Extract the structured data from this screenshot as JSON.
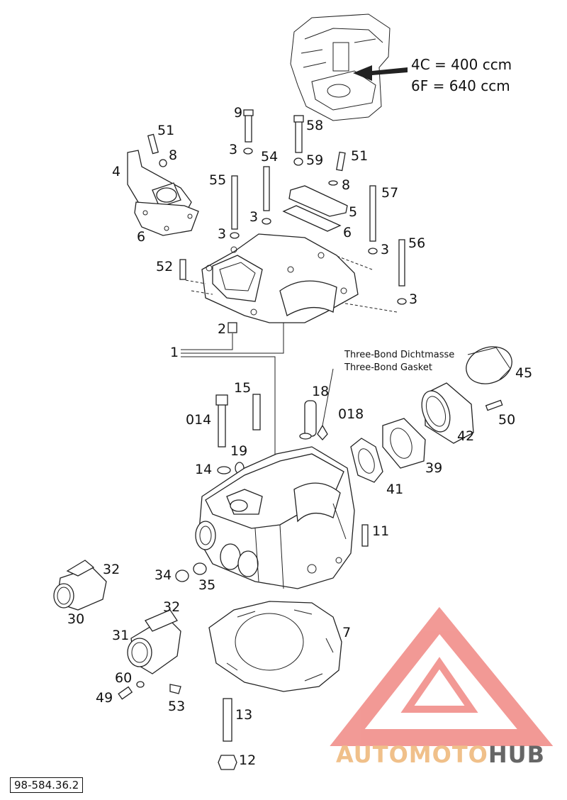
{
  "engine_note": {
    "line1": "4C = 400 ccm",
    "line2": "6F = 640 ccm"
  },
  "gasket_note": {
    "line1": "Three-Bond Dichtmasse",
    "line2": "Three-Bond Gasket"
  },
  "part_labels": {
    "p51a": "51",
    "p8a": "8",
    "p4": "4",
    "p6a": "6",
    "p9": "9",
    "p3a": "3",
    "p58": "58",
    "p59": "59",
    "p51b": "51",
    "p54": "54",
    "p55": "55",
    "p8b": "8",
    "p57": "57",
    "p3b": "3",
    "p3c": "3",
    "p5": "5",
    "p6b": "6",
    "p52": "52",
    "p3d": "3",
    "p56": "56",
    "p3e": "3",
    "p2": "2",
    "p1": "1",
    "p15": "15",
    "p18": "18",
    "p018": "018",
    "p45": "45",
    "p014": "014",
    "p50": "50",
    "p42": "42",
    "p19": "19",
    "p14": "14",
    "p39": "39",
    "p41": "41",
    "p11": "11",
    "p32a": "32",
    "p34": "34",
    "p35": "35",
    "p30": "30",
    "p32b": "32",
    "p31": "31",
    "p7": "7",
    "p60": "60",
    "p49": "49",
    "p53": "53",
    "p13": "13",
    "p12": "12"
  },
  "reference_number": "98-584.36.2",
  "watermark": {
    "auto": "AUTO",
    "moto": "MOTO",
    "hub": "HUB",
    "colors": {
      "triangle": "#ee5a52",
      "auto": "#f0c08a",
      "moto": "#f0c08a",
      "hub": "#666666"
    }
  }
}
